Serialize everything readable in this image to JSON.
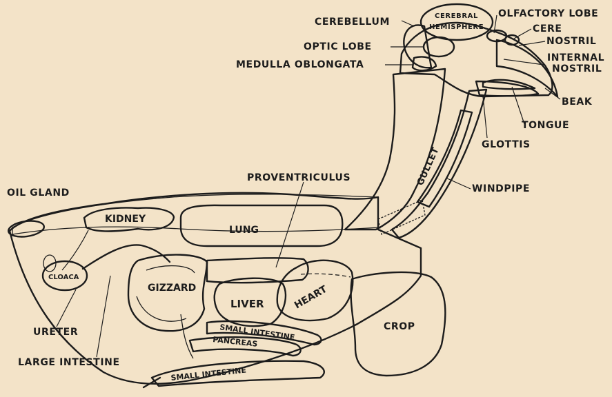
{
  "colors": {
    "paper": "#f3e3c8",
    "ink": "#1c1c1c",
    "organ_fill": "#efe0c2"
  },
  "labels": {
    "cerebellum": "CEREBELLUM",
    "cerebral": "CEREBRAL",
    "hemisphere": "HEMISPHERE",
    "olfactory_lobe": "OLFACTORY LOBE",
    "cere": "CERE",
    "optic_lobe": "OPTIC LOBE",
    "nostril": "NOSTRIL",
    "internal": "INTERNAL",
    "internal_nostril": "NOSTRIL",
    "medulla_oblongata": "MEDULLA OBLONGATA",
    "beak": "BEAK",
    "tongue": "TONGUE",
    "glottis": "GLOTTIS",
    "gullet": "GULLET",
    "windpipe": "WINDPIPE",
    "proventriculus": "PROVENTRICULUS",
    "oil_gland": "OIL GLAND",
    "kidney": "KIDNEY",
    "lung": "LUNG",
    "cloaca": "CLOACA",
    "gizzard": "GIZZARD",
    "liver": "LIVER",
    "heart": "HEART",
    "crop": "CROP",
    "ureter": "URETER",
    "small_intestine_upper": "SMALL INTESTINE",
    "pancreas": "PANCREAS",
    "large_intestine": "LARGE INTESTINE",
    "small_intestine_lower": "SMALL INTESTINE"
  }
}
